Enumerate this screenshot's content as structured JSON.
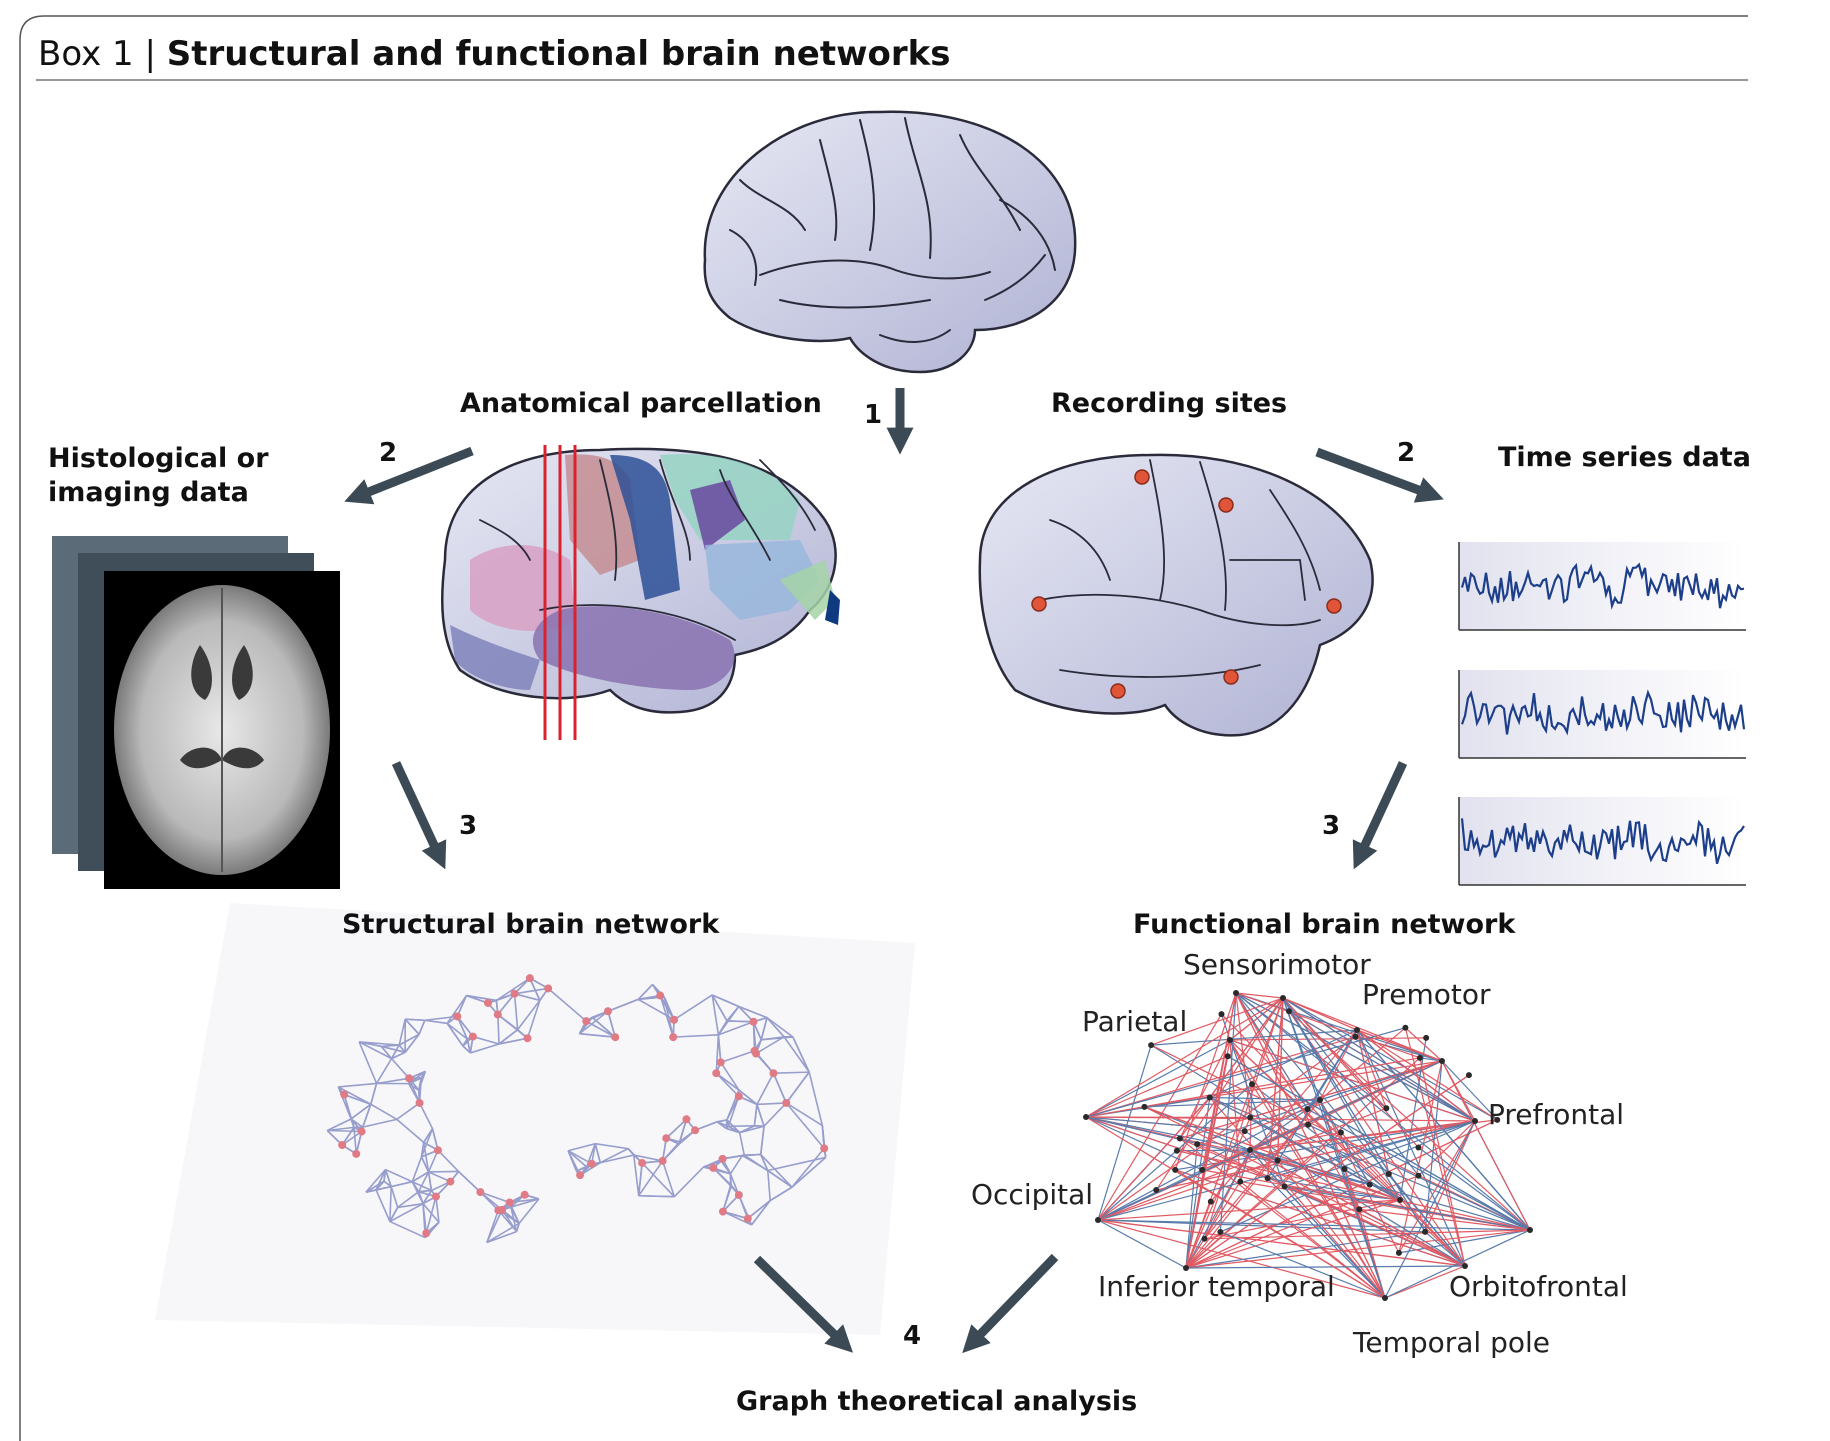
{
  "title": {
    "prefix": "Box 1 | ",
    "main": "Structural and functional brain networks"
  },
  "labels": {
    "anatomical_parcellation": "Anatomical parcellation",
    "recording_sites": "Recording sites",
    "histological_line1": "Histological or",
    "histological_line2": "imaging data",
    "time_series": "Time series data",
    "structural_network": "Structural brain network",
    "functional_network": "Functional brain network",
    "graph_analysis": "Graph theoretical analysis"
  },
  "steps": {
    "one": "1",
    "two_left": "2",
    "two_right": "2",
    "three_left": "3",
    "three_right": "3",
    "four": "4"
  },
  "regions": {
    "sensorimotor": "Sensorimotor",
    "premotor": "Premotor",
    "parietal": "Parietal",
    "prefrontal": "Prefrontal",
    "occipital": "Occipital",
    "orbitofrontal": "Orbitofrontal",
    "inferior_temporal": "Inferior temporal",
    "temporal_pole": "Temporal pole"
  },
  "colors": {
    "arrow": "#3b4a55",
    "brain_fill": "#c9cbe3",
    "brain_stroke": "#2a2a3a",
    "recording_dot": "#e0553a",
    "signal": "#1d3f8a",
    "structural_edge": "#4a56a8",
    "functional_red": "#d8232f",
    "functional_blue": "#1f4f8f",
    "parcellation_line": "#d8232f"
  }
}
